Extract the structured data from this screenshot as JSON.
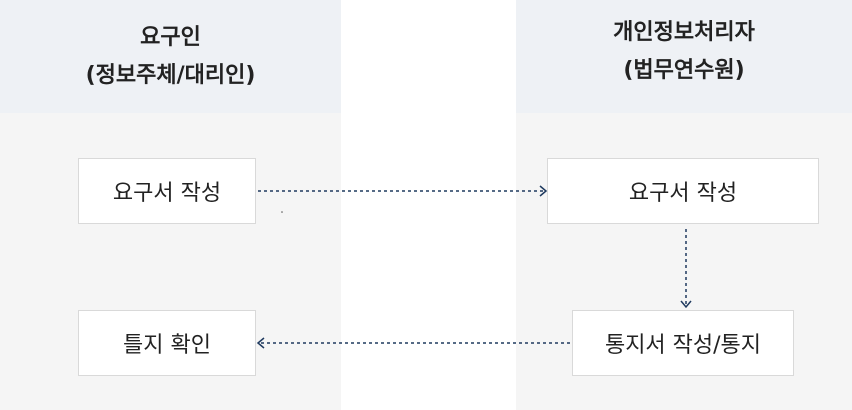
{
  "left_column": {
    "title": "요구인",
    "subtitle": "(정보주체/대리인)"
  },
  "right_column": {
    "title": "개인정보처리자",
    "subtitle": "(법무연수원)"
  },
  "steps": {
    "requester_write": "요구서 작성",
    "processor_write": "요구서 작성",
    "processor_notify": "통지서 작성/통지",
    "requester_confirm": "틀지 확인"
  },
  "colors": {
    "arrow": "#1f3a5f",
    "header_bg": "#eef1f5",
    "column_bg": "#f5f5f5"
  }
}
